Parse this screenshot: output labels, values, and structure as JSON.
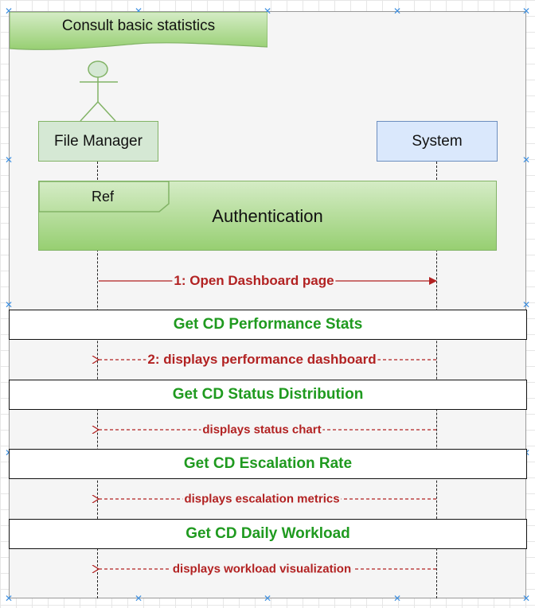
{
  "diagram": {
    "title": "Consult basic statistics",
    "participants": {
      "actor": "File Manager",
      "system": "System"
    },
    "ref": {
      "label": "Ref",
      "title": "Authentication"
    },
    "messages": [
      {
        "label": "1: Open Dashboard page",
        "direction": "to-system",
        "style": "solid"
      },
      {
        "label": "2: displays performance dashboard",
        "direction": "to-actor",
        "style": "dashed"
      },
      {
        "label": "displays status chart",
        "direction": "to-actor",
        "style": "dashed"
      },
      {
        "label": "displays escalation metrics",
        "direction": "to-actor",
        "style": "dashed"
      },
      {
        "label": "displays workload visualization",
        "direction": "to-actor",
        "style": "dashed"
      }
    ],
    "operations": [
      "Get CD Performance Stats",
      "Get CD Status Distribution",
      "Get CD Escalation Rate",
      "Get CD Daily Workload"
    ],
    "colors": {
      "actor_fill": "#d5e8d4",
      "actor_stroke": "#82b366",
      "system_fill": "#dae8fc",
      "system_stroke": "#6c8ebf",
      "message_text": "#b22222",
      "operation_text": "#1f9a1f",
      "selection_handle": "#3d8fe0"
    }
  }
}
